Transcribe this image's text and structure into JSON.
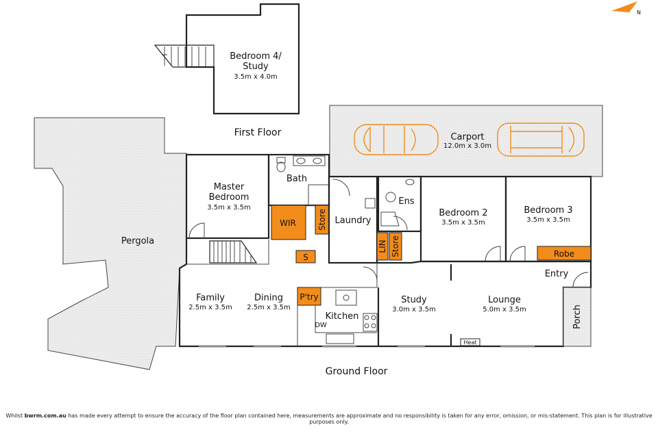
{
  "floors": {
    "first_floor": "First Floor",
    "ground_floor": "Ground Floor"
  },
  "rooms": {
    "bedroom4_line1": "Bedroom 4/",
    "bedroom4_line2": "Study",
    "bedroom4_dim": "3.5m x 4.0m",
    "carport": "Carport",
    "carport_dim": "12.0m x 3.0m",
    "master_line1": "Master",
    "master_line2": "Bedroom",
    "master_dim": "3.5m x 3.5m",
    "bath": "Bath",
    "wir": "WIR",
    "store1": "Store",
    "store2": "Store",
    "laundry": "Laundry",
    "lin": "LIN",
    "s": "S",
    "ens": "Ens",
    "bedroom2": "Bedroom 2",
    "bedroom2_dim": "3.5m x 3.5m",
    "bedroom3": "Bedroom 3",
    "bedroom3_dim": "3.5m x 3.5m",
    "robe": "Robe",
    "pergola": "Pergola",
    "family": "Family",
    "family_dim": "2.5m x 3.5m",
    "dining": "Dining",
    "dining_dim": "2.5m x 3.5m",
    "pantry": "P'try",
    "kitchen": "Kitchen",
    "dw": "DW",
    "study": "Study",
    "study_dim": "3.0m x 3.5m",
    "lounge": "Lounge",
    "lounge_dim": "5.0m x 3.5m",
    "entry": "Entry",
    "porch": "Porch",
    "heat": "Heat"
  },
  "compass": {
    "label": "N",
    "icon": "north-arrow-icon"
  },
  "disclaimer": {
    "prefix": "Whilst ",
    "brand": "bwrm.com.au",
    "text": " has made every attempt to ensure the accuracy of the floor plan contained here, measurements are approximate and no responsibility is taken for any error, omission, or mis-statement. This plan is for illustrative purposes only."
  },
  "colors": {
    "accent": "#f28c1a",
    "wall": "#222222",
    "outdoor": "#e9e9e9"
  }
}
